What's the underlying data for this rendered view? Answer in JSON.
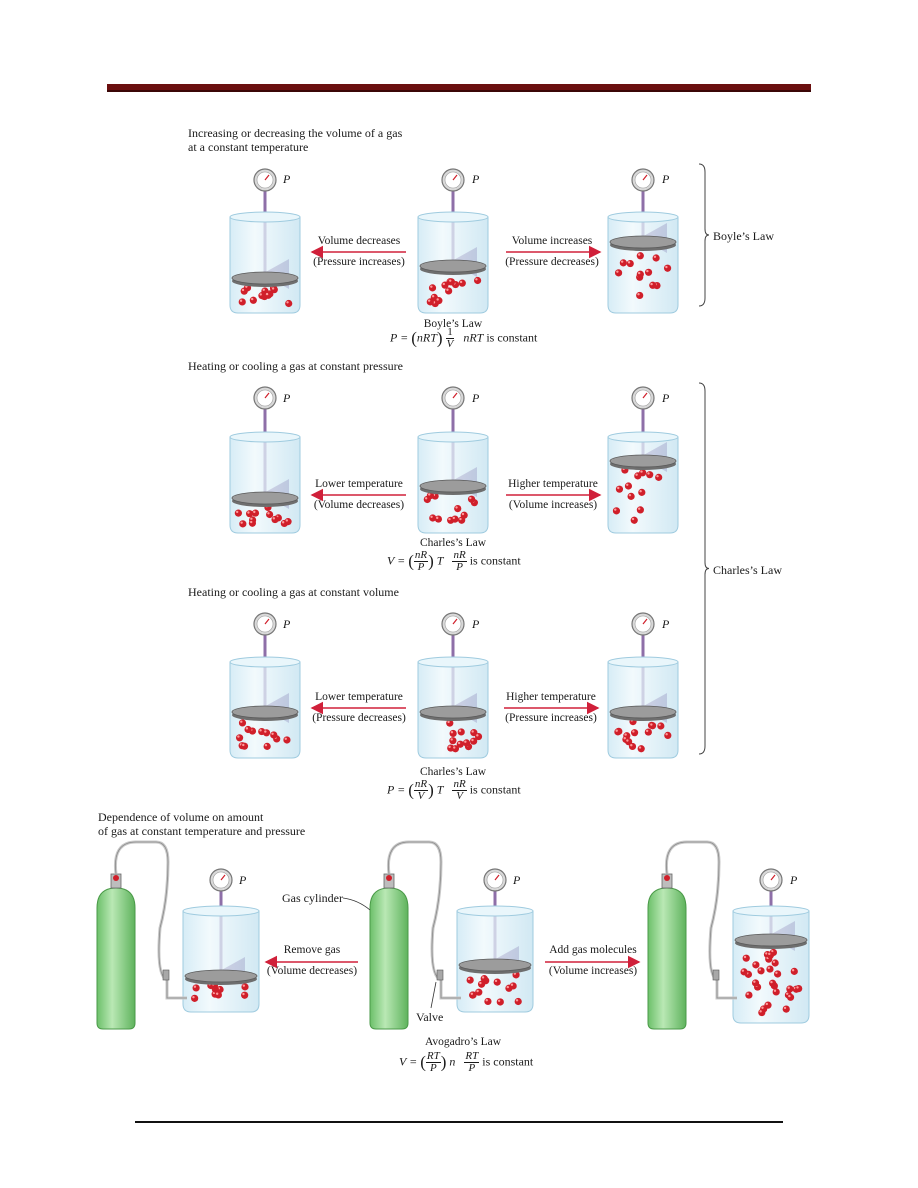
{
  "sections": {
    "boyle_title_1": "Increasing or decreasing the volume of a gas",
    "boyle_title_2": "at a constant temperature",
    "charles_p_title": "Heating or cooling a gas at constant pressure",
    "charles_v_title": "Heating or cooling a gas at constant volume",
    "avogadro_title_1": "Dependence of volume on amount",
    "avogadro_title_2": "of gas at constant temperature and pressure"
  },
  "gauge_label": "P",
  "boyle": {
    "left_arrow_1": "Volume decreases",
    "left_arrow_2": "(Pressure increases)",
    "right_arrow_1": "Volume increases",
    "right_arrow_2": "(Pressure decreases)",
    "law_name": "Boyle’s Law",
    "bracket_label": "Boyle’s Law",
    "formula": {
      "lhs": "P =",
      "paren": "nRT",
      "num": "1",
      "den": "V",
      "const": "nRT",
      "const_suffix": "is constant"
    }
  },
  "charles_p": {
    "left_arrow_1": "Lower temperature",
    "left_arrow_2": "(Volume decreases)",
    "right_arrow_1": "Higher temperature",
    "right_arrow_2": "(Volume increases)",
    "law_name": "Charles’s Law",
    "formula": {
      "lhs": "V =",
      "num": "nR",
      "den": "P",
      "var": "T",
      "cnum": "nR",
      "cden": "P",
      "const_suffix": "is constant"
    }
  },
  "charles_v": {
    "left_arrow_1": "Lower temperature",
    "left_arrow_2": "(Pressure decreases)",
    "right_arrow_1": "Higher temperature",
    "right_arrow_2": "(Pressure increases)",
    "law_name": "Charles’s Law",
    "formula": {
      "lhs": "P =",
      "num": "nR",
      "den": "V",
      "var": "T",
      "cnum": "nR",
      "cden": "V",
      "const_suffix": "is constant"
    }
  },
  "charles_bracket_label": "Charles’s Law",
  "avogadro": {
    "left_arrow_1": "Remove gas",
    "left_arrow_2": "(Volume decreases)",
    "right_arrow_1": "Add gas molecules",
    "right_arrow_2": "(Volume increases)",
    "cylinder_label": "Gas cylinder",
    "valve_label": "Valve",
    "law_name": "Avogadro’s Law",
    "formula": {
      "lhs": "V =",
      "num": "RT",
      "den": "P",
      "var": "n",
      "cnum": "RT",
      "cden": "P",
      "const_suffix": "is constant"
    }
  },
  "colors": {
    "rule": "#6b0f0f",
    "arrow": "#d0203a",
    "piston_arrow": "#8e6fa8",
    "glass": "#dff0f8",
    "molecule": "#d01f2a",
    "cylinder": "#8fd18a"
  }
}
